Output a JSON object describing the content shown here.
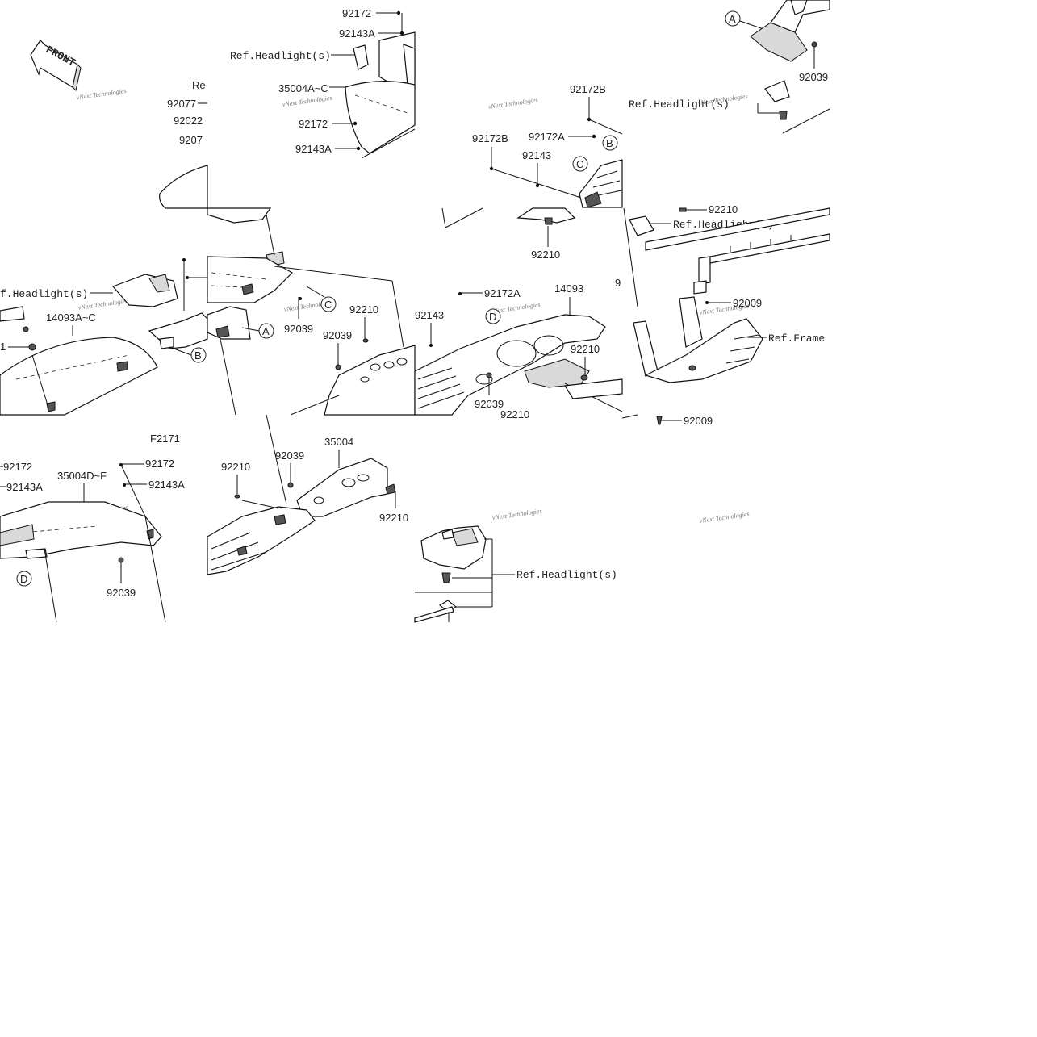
{
  "diagram": {
    "front_marker": "FRONT",
    "figure_code": "F2171",
    "watermark": "vNext Technologies",
    "callouts": [
      "A",
      "B",
      "C",
      "D"
    ],
    "part_labels": {
      "p92172_top": "92172",
      "p92143A_top": "92143A",
      "ref_headlight_top": "Ref.Headlight(s)",
      "p35004A_C": "35004A~C",
      "p92172_mid": "92172",
      "p92143A_mid": "92143A",
      "re_cut": "Re",
      "p92077": "92077",
      "p92022": "92022",
      "p9207_cut": "9207",
      "p92172B_a": "92172B",
      "p92172A_a": "92172A",
      "p92172B_b": "92172B",
      "p92143_a": "92143",
      "p92210_a": "92210",
      "ref_headlight_right": "Ref.Headlight(s)",
      "p92039_tr": "92039",
      "p92210_r": "92210",
      "ref_headlight_r2": "Ref.Headlight(s)",
      "ref_headlight_left": "f.Headlight(s)",
      "p14093A_C": "14093A~C",
      "p1_cut": "1",
      "p92039_c": "92039",
      "p92210_c": "92210",
      "p92039_c2": "92039",
      "p92172A_b": "92172A",
      "p14093": "14093",
      "p92143_b": "92143",
      "p92210_d": "92210",
      "p92039_d": "92039",
      "p92210_cut": "92210",
      "p9_cut": "9",
      "p92009_a": "92009",
      "ref_frame": "Ref.Frame",
      "p92009_b": "92009",
      "p92172_bl": "92172",
      "p92143A_bl": "92143A",
      "p35004D_F": "35004D~F",
      "p92172_bl2": "92172",
      "p92143A_bl2": "92143A",
      "p92039_bl": "92039",
      "p92210_bm": "92210",
      "p92039_bm": "92039",
      "p35004": "35004",
      "p92210_bm2": "92210",
      "ref_headlight_bottom": "Ref.Headlight(s)"
    }
  }
}
